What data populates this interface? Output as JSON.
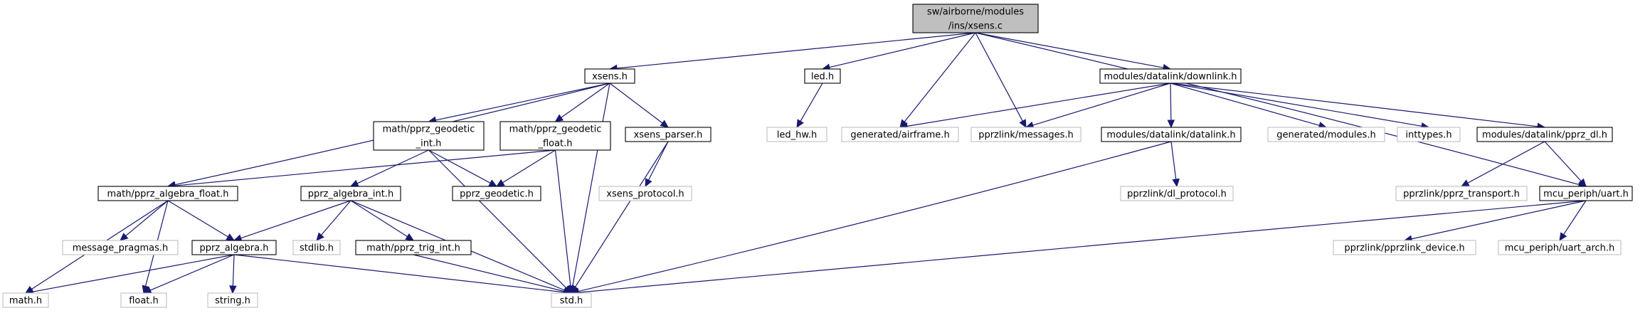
{
  "colors": {
    "root_fill": "#bfbfbf",
    "edge": "#191970",
    "external_border": "#bfbfbf",
    "normal_border": "#000000"
  },
  "nodes": {
    "root": {
      "lines": [
        "sw/airborne/modules",
        "/ins/xsens.c"
      ],
      "kind": "root"
    },
    "xsens_h": {
      "lines": [
        "xsens.h"
      ],
      "kind": "normal"
    },
    "led_h": {
      "lines": [
        "led.h"
      ],
      "kind": "normal"
    },
    "downlink_h": {
      "lines": [
        "modules/datalink/downlink.h"
      ],
      "kind": "normal"
    },
    "led_hw_h": {
      "lines": [
        "led_hw.h"
      ],
      "kind": "external"
    },
    "airframe_h": {
      "lines": [
        "generated/airframe.h"
      ],
      "kind": "external"
    },
    "messages_h": {
      "lines": [
        "pprzlink/messages.h"
      ],
      "kind": "external"
    },
    "datalink_h": {
      "lines": [
        "modules/datalink/datalink.h"
      ],
      "kind": "normal"
    },
    "modules_h": {
      "lines": [
        "generated/modules.h"
      ],
      "kind": "external"
    },
    "inttypes_h": {
      "lines": [
        "inttypes.h"
      ],
      "kind": "external"
    },
    "pprz_dl_h": {
      "lines": [
        "modules/datalink/pprz_dl.h"
      ],
      "kind": "normal"
    },
    "geodetic_int_h": {
      "lines": [
        "math/pprz_geodetic",
        "_int.h"
      ],
      "kind": "normal"
    },
    "geodetic_float_h": {
      "lines": [
        "math/pprz_geodetic",
        "_float.h"
      ],
      "kind": "normal"
    },
    "xsens_parser_h": {
      "lines": [
        "xsens_parser.h"
      ],
      "kind": "normal"
    },
    "algebra_float_h": {
      "lines": [
        "math/pprz_algebra_float.h"
      ],
      "kind": "normal"
    },
    "algebra_int_h": {
      "lines": [
        "pprz_algebra_int.h"
      ],
      "kind": "normal"
    },
    "pprz_geodetic_h": {
      "lines": [
        "pprz_geodetic.h"
      ],
      "kind": "normal"
    },
    "xsens_protocol_h": {
      "lines": [
        "xsens_protocol.h"
      ],
      "kind": "external"
    },
    "dl_protocol_h": {
      "lines": [
        "pprzlink/dl_protocol.h"
      ],
      "kind": "external"
    },
    "pprz_transport_h": {
      "lines": [
        "pprzlink/pprz_transport.h"
      ],
      "kind": "external"
    },
    "uart_h": {
      "lines": [
        "mcu_periph/uart.h"
      ],
      "kind": "normal"
    },
    "message_pragmas_h": {
      "lines": [
        "message_pragmas.h"
      ],
      "kind": "external"
    },
    "pprz_algebra_h": {
      "lines": [
        "pprz_algebra.h"
      ],
      "kind": "normal"
    },
    "stdlib_h": {
      "lines": [
        "stdlib.h"
      ],
      "kind": "external"
    },
    "trig_int_h": {
      "lines": [
        "math/pprz_trig_int.h"
      ],
      "kind": "normal"
    },
    "pprzlink_device_h": {
      "lines": [
        "pprzlink/pprzlink_device.h"
      ],
      "kind": "external"
    },
    "uart_arch_h": {
      "lines": [
        "mcu_periph/uart_arch.h"
      ],
      "kind": "external"
    },
    "math_h": {
      "lines": [
        "math.h"
      ],
      "kind": "external"
    },
    "float_h": {
      "lines": [
        "float.h"
      ],
      "kind": "external"
    },
    "string_h": {
      "lines": [
        "string.h"
      ],
      "kind": "external"
    },
    "std_h": {
      "lines": [
        "std.h"
      ],
      "kind": "external"
    }
  },
  "edges": [
    [
      "root",
      "xsens_h"
    ],
    [
      "root",
      "led_h"
    ],
    [
      "root",
      "downlink_h"
    ],
    [
      "root",
      "airframe_h"
    ],
    [
      "root",
      "messages_h"
    ],
    [
      "root",
      "uart_h"
    ],
    [
      "xsens_h",
      "algebra_float_h"
    ],
    [
      "xsens_h",
      "geodetic_int_h"
    ],
    [
      "xsens_h",
      "geodetic_float_h"
    ],
    [
      "xsens_h",
      "xsens_parser_h"
    ],
    [
      "xsens_h",
      "std_h"
    ],
    [
      "led_h",
      "led_hw_h"
    ],
    [
      "downlink_h",
      "airframe_h"
    ],
    [
      "downlink_h",
      "messages_h"
    ],
    [
      "downlink_h",
      "datalink_h"
    ],
    [
      "downlink_h",
      "modules_h"
    ],
    [
      "downlink_h",
      "inttypes_h"
    ],
    [
      "downlink_h",
      "pprz_dl_h"
    ],
    [
      "datalink_h",
      "dl_protocol_h"
    ],
    [
      "datalink_h",
      "std_h"
    ],
    [
      "pprz_dl_h",
      "pprz_transport_h"
    ],
    [
      "pprz_dl_h",
      "uart_h"
    ],
    [
      "geodetic_int_h",
      "algebra_int_h"
    ],
    [
      "geodetic_int_h",
      "pprz_geodetic_h"
    ],
    [
      "geodetic_int_h",
      "std_h"
    ],
    [
      "geodetic_float_h",
      "algebra_float_h"
    ],
    [
      "geodetic_float_h",
      "pprz_geodetic_h"
    ],
    [
      "geodetic_float_h",
      "std_h"
    ],
    [
      "xsens_parser_h",
      "xsens_protocol_h"
    ],
    [
      "xsens_parser_h",
      "std_h"
    ],
    [
      "algebra_float_h",
      "message_pragmas_h"
    ],
    [
      "algebra_float_h",
      "pprz_algebra_h"
    ],
    [
      "algebra_float_h",
      "math_h"
    ],
    [
      "algebra_float_h",
      "float_h"
    ],
    [
      "algebra_int_h",
      "pprz_algebra_h"
    ],
    [
      "algebra_int_h",
      "stdlib_h"
    ],
    [
      "algebra_int_h",
      "trig_int_h"
    ],
    [
      "algebra_int_h",
      "std_h"
    ],
    [
      "pprz_algebra_h",
      "math_h"
    ],
    [
      "pprz_algebra_h",
      "float_h"
    ],
    [
      "pprz_algebra_h",
      "string_h"
    ],
    [
      "pprz_algebra_h",
      "std_h"
    ],
    [
      "trig_int_h",
      "std_h"
    ],
    [
      "uart_h",
      "pprzlink_device_h"
    ],
    [
      "uart_h",
      "uart_arch_h"
    ],
    [
      "uart_h",
      "std_h"
    ]
  ]
}
